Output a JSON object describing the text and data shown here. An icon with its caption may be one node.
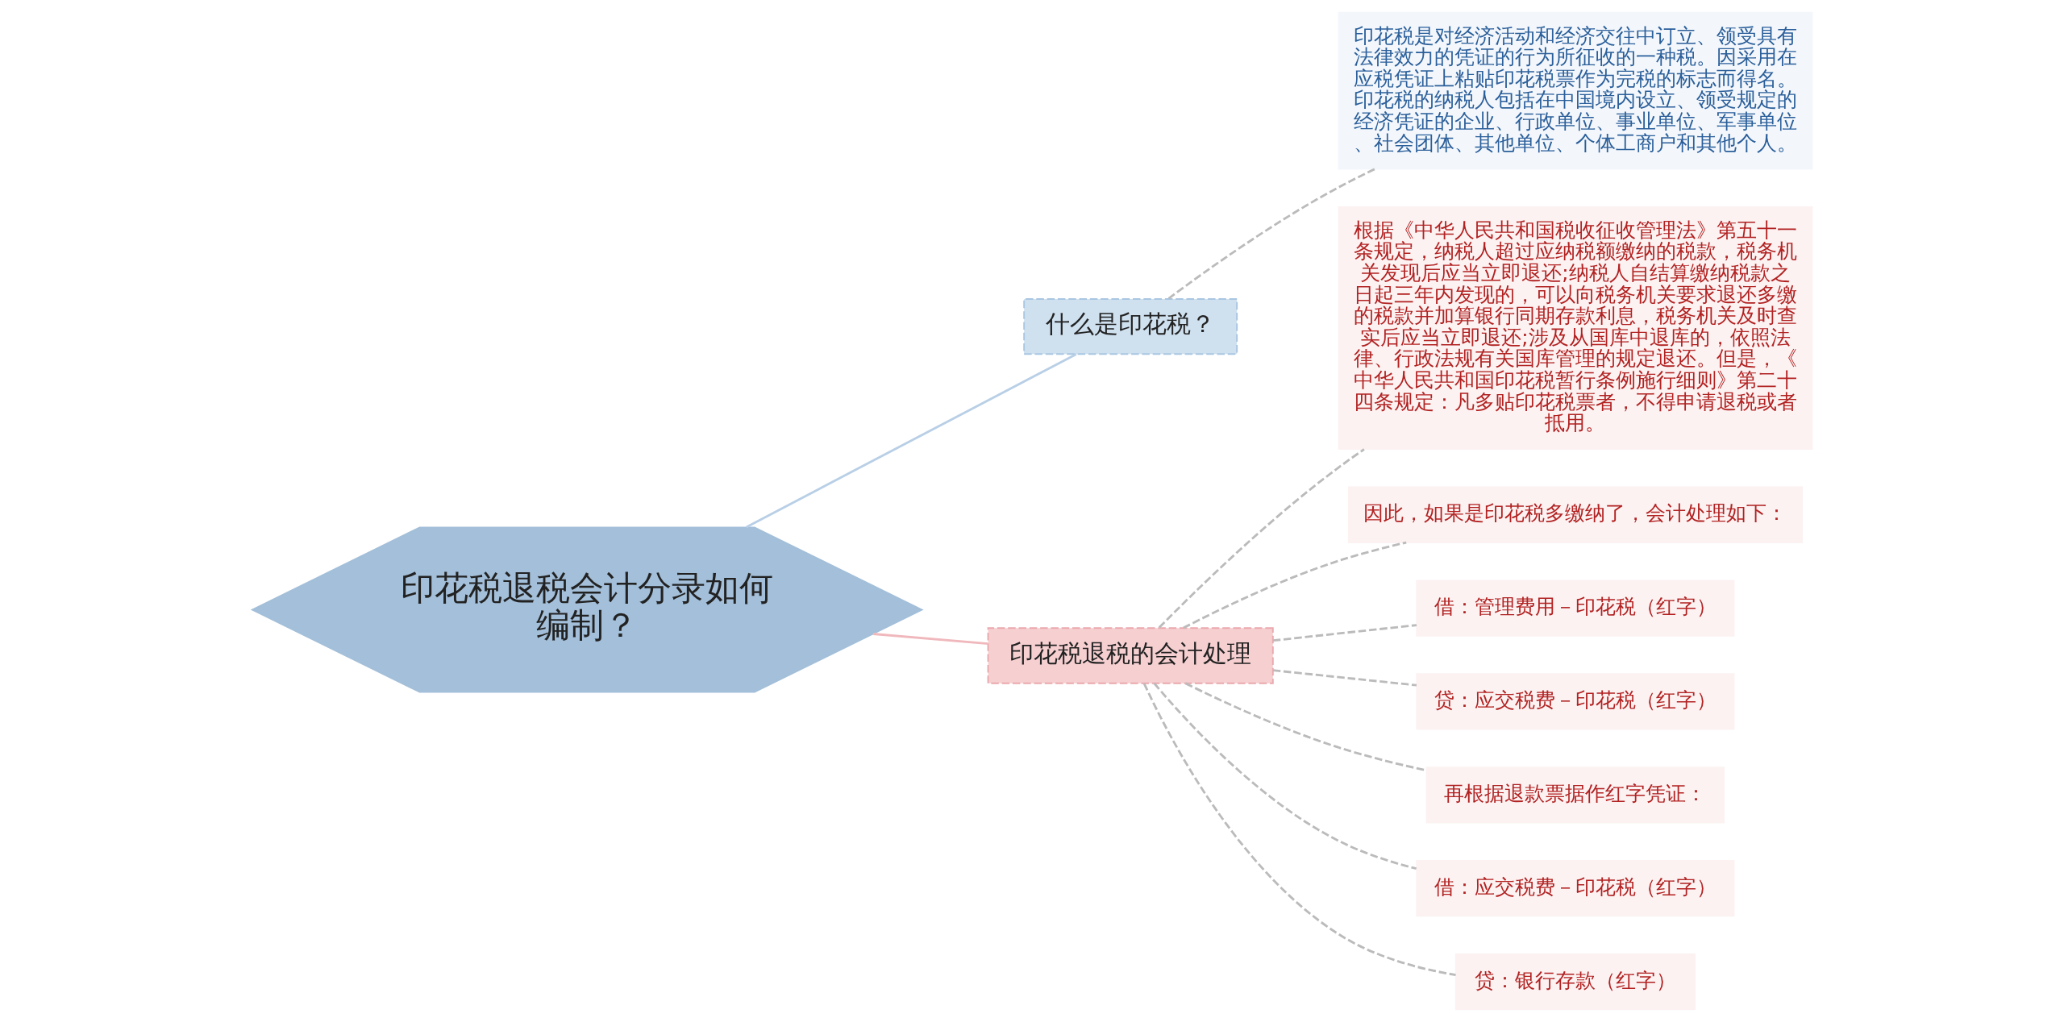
{
  "diagram": {
    "nodes": [
      {
        "text": [
          "印花税退税会计分录如何编制？"
        ]
      },
      {
        "text": [
          "什么是印花税？"
        ]
      },
      {
        "text": [
          "印花税是对经济活动和经济交往中订立、领受具有法律效力的凭证的行为所征收的一种税。因采用在应税凭证上粘贴印花税票作为完税的标志而得名。印花税的纳税人包括在中国境内设立、领受规定的经济凭证的企业、行政单位、事业单位、军事单位、社会团体、其他单位、个体工商户和其他个人。"
        ]
      },
      {
        "text": [
          "印花税退税的会计处理"
        ]
      },
      {
        "text": [
          "根据《中华人民共和国税收征收管理法》第五十一条规定，纳税人超过应纳税额缴纳的税款，税务机关发现后应当立即退还;纳税人自结算缴纳税款之日起三年内发现的，可以向税务机关要求退还多缴的税款并加算银行同期存款利息，税务机关及时查实后应当立即退还;涉及从国库中退库的，依照法律、行政法规有关国库管理的规定退还。但是，《中华人民共和国印花税暂行条例施行细则》第二十四条规定：凡多贴印花税票者，不得申请退税或者抵用。"
        ]
      },
      {
        "text": [
          "因此，如果是印花税多缴纳了，会计处理如下："
        ]
      },
      {
        "text": [
          "借：管理费用－印花税（红字）"
        ]
      },
      {
        "text": [
          "贷：应交税费－印花税（红字）"
        ]
      },
      {
        "text": [
          "再根据退款票据作红字凭证："
        ]
      },
      {
        "text": [
          "借：应交税费－印花税（红字）"
        ]
      },
      {
        "text": [
          "贷：银行存款（红字）"
        ]
      }
    ],
    "edges": [
      {
        "from": 0,
        "to": 1,
        "arrow": "none",
        "color": "#b8cfe6"
      },
      {
        "from": 1,
        "to": 2,
        "arrow": "none",
        "style": "dashed"
      },
      {
        "from": 0,
        "to": 3,
        "arrow": "none",
        "color": "#f0b8bc"
      },
      {
        "from": 3,
        "to": 4,
        "arrow": "none",
        "style": "dashed"
      },
      {
        "from": 3,
        "to": 5,
        "arrow": "none",
        "style": "dashed"
      },
      {
        "from": 3,
        "to": 6,
        "arrow": "none",
        "style": "dashed"
      },
      {
        "from": 3,
        "to": 7,
        "arrow": "none",
        "style": "dashed"
      },
      {
        "from": 3,
        "to": 8,
        "arrow": "none",
        "style": "dashed"
      },
      {
        "from": 3,
        "to": 9,
        "arrow": "none",
        "style": "dashed"
      },
      {
        "from": 3,
        "to": 10,
        "arrow": "none",
        "style": "dashed"
      }
    ]
  }
}
